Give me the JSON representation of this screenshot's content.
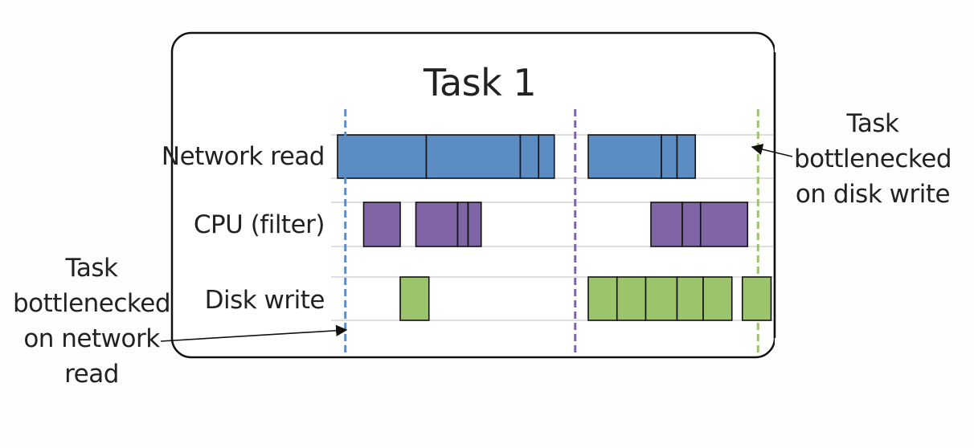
{
  "title": "Task 1",
  "rows": [
    {
      "label": "Network read",
      "color": "#5b8cc4",
      "segments": [
        [
          0,
          17
        ],
        [
          17,
          35
        ],
        [
          35,
          38.5
        ],
        [
          38.5,
          41.5
        ],
        [
          48,
          62
        ],
        [
          62,
          65
        ],
        [
          65,
          68.5
        ]
      ]
    },
    {
      "label": "CPU (filter)",
      "color": "#7f65a5",
      "segments": [
        [
          5,
          12
        ],
        [
          15,
          23
        ],
        [
          23,
          25
        ],
        [
          25,
          27.5
        ],
        [
          60,
          66
        ],
        [
          66,
          69.5
        ],
        [
          69.5,
          78.5
        ]
      ]
    },
    {
      "label": "Disk write",
      "color": "#9cc46a",
      "segments": [
        [
          12,
          17.5
        ],
        [
          48,
          53.5
        ],
        [
          53.5,
          59
        ],
        [
          59,
          65
        ],
        [
          65,
          70
        ],
        [
          70,
          75.5
        ],
        [
          77.5,
          83
        ]
      ]
    }
  ],
  "markers": [
    {
      "id": "network",
      "t": 1.5,
      "color": "#5b8cc4"
    },
    {
      "id": "middle",
      "t": 45.5,
      "color": "#7f65a5"
    },
    {
      "id": "disk",
      "t": 80.5,
      "color": "#9cc46a"
    }
  ],
  "notes": {
    "left": [
      "Task",
      "bottlenecked",
      "on network",
      "read"
    ],
    "right": [
      "Task",
      "bottlenecked",
      "on disk write"
    ]
  }
}
